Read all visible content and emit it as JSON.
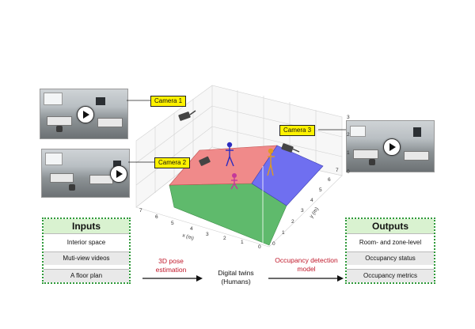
{
  "cameras": {
    "cam1": "Camera 1",
    "cam2": "Camera 2",
    "cam3": "Camera 3"
  },
  "axes": {
    "x_label": "x (m)",
    "y_label": "y (m)",
    "x_ticks": [
      "7",
      "6",
      "5",
      "4",
      "3",
      "2",
      "1",
      "0"
    ],
    "y_ticks": [
      "0",
      "1",
      "2",
      "3",
      "4",
      "5",
      "6",
      "7"
    ],
    "z_ticks": [
      "0",
      "1",
      "2",
      "3"
    ]
  },
  "inputs": {
    "title": "Inputs",
    "items": [
      "Interior space",
      "Muti-view videos",
      "A floor plan"
    ]
  },
  "outputs": {
    "title": "Outputs",
    "items": [
      "Room- and zone-level",
      "Occupancy status",
      "Occupancy metrics"
    ]
  },
  "flow": {
    "step1": "3D pose estimation",
    "middle": "Digital twins (Humans)",
    "step2": "Occupancy detection model"
  },
  "colors": {
    "zone_green": "#5fba6c",
    "zone_red": "#f08a8a",
    "zone_blue": "#6f6ff0",
    "label_yellow": "#fff200",
    "box_border": "#2f9a3a"
  }
}
